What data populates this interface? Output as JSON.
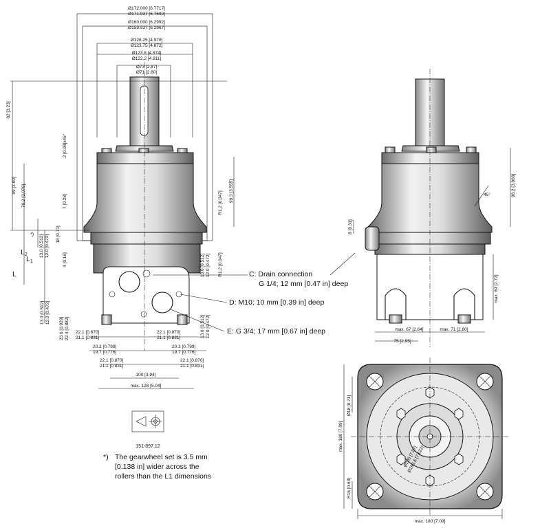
{
  "top_dims": {
    "d1": "Ø172.000 [6.7717]",
    "d2": "Ø171.937 [6.7692]",
    "d3": "Ø160.000 [6.2992]",
    "d4": "Ø159.937 [6.2967]",
    "d5": "Ø126.25 [4.970]",
    "d6": "Ø123.75 [4.872]",
    "d7": "Ø123.8 [4.874]",
    "d8": "Ø122.2 [4.811]",
    "d9": "Ø73 [2.87]",
    "d10": "Ø71 [2.80]"
  },
  "left_dims": {
    "v82": "82 [3.23]",
    "v2": "2 [0.08]x45°",
    "v99": "99 [3.90]",
    "v78": "78.2 [3.079]",
    "v7": "7 [0.28]",
    "v18": "18 [0.71]",
    "v13a": "13.0 [0.512]",
    "v12a": "12.0 [0.472]",
    "v4": "4 [0.16]",
    "v13b": "13.0 [0.512]",
    "v12b": "12.0 [0.472]",
    "v236": "23.6 [0.929]",
    "v224": "22.4 [0.882]",
    "L": "L",
    "L1": "L",
    "L1sub": "1",
    "L2": "L",
    "L2sub": "2",
    "star": "*)"
  },
  "mid_dims": {
    "r12": "R1.2 [0.047]",
    "r12b": "R1.2 [0.047]",
    "h903": "90.3 [3.555]",
    "c13": "13.0 [0.512]",
    "c12": "12.0 [0.472]",
    "c13b": "13.0 [0.512]",
    "c12b": "12.0 [0.472]"
  },
  "bottom_dims": {
    "a221": "22.1 [0.870]",
    "a211": "21.1 [0.831]",
    "b203": "20.3 [0.799]",
    "b197": "19.7 [0.776]",
    "c221": "22.1 [0.870]",
    "c211": "21.1 [0.831]",
    "d221": "22.1 [0.870]",
    "d211": "21.1 [0.831]",
    "e203": "20.3 [0.799]",
    "e197": "19.7 [0.776]",
    "f221": "22.1 [0.870]",
    "f211": "21.1 [0.831]",
    "g221": "22.1 [0.870]",
    "g211": "21.1 [0.831]",
    "w100": "100 [3.94]",
    "w128": "max. 128 [5.04]"
  },
  "callouts": {
    "c_title": "C:  Drain connection",
    "c_spec": "G 1/4; 12 mm [0.47 in] deep",
    "d_label": "D:  M10; 10 mm [0.39 in] deep",
    "e_label": "E:  G 3/4; 17 mm [0.67 in] deep"
  },
  "side_dims": {
    "s8": "8 [0.31]",
    "s982": "98.2 [3.866]",
    "s45": "45°",
    "s69": "max. 69 [2.72]",
    "s67": "max. 67 [2.64]",
    "s71": "max. 71 [2.80]",
    "s75": "75 [2.95]"
  },
  "front_dims": {
    "h180": "max. 180 [7.09]",
    "f18": "Ø18 [0.71]",
    "r16": "R16 [0.63]",
    "w180": "max. 180 [7.09]",
    "p200": "Ø200 [7.87]",
    "p193": "Ø193.6 [7.622]"
  },
  "drawing_number": "151-897.12",
  "footnote": {
    "mark": "*)",
    "line1": "The gearwheel set is 3.5 mm",
    "line2": "[0.138 in] wider across the",
    "line3": "rollers than the L1 dimensions"
  },
  "colors": {
    "ink": "#111111",
    "body_light": "#f2f2f2",
    "body_dark": "#6a6a6a"
  }
}
